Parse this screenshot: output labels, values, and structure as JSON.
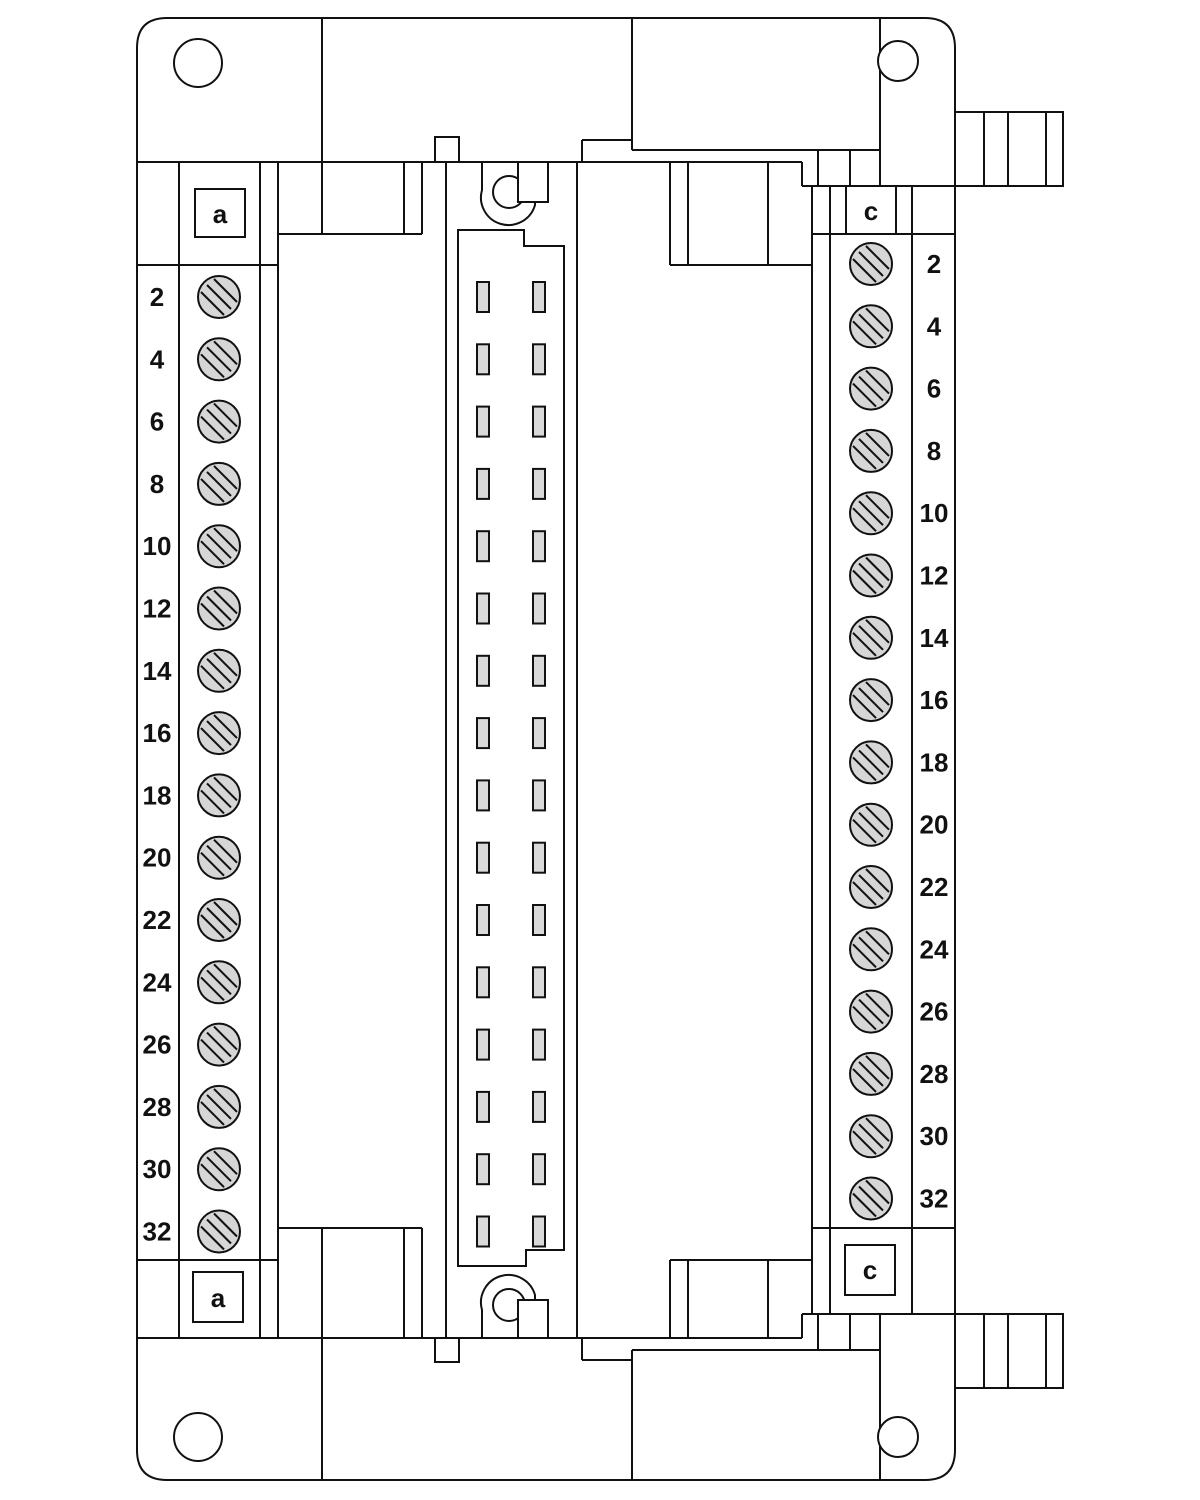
{
  "labels": {
    "left_top": "a",
    "left_bottom": "a",
    "right_top": "c",
    "right_bottom": "c"
  },
  "terminals": {
    "left": [
      "2",
      "4",
      "6",
      "8",
      "10",
      "12",
      "14",
      "16",
      "18",
      "20",
      "22",
      "24",
      "26",
      "28",
      "30",
      "32"
    ],
    "right": [
      "2",
      "4",
      "6",
      "8",
      "10",
      "12",
      "14",
      "16",
      "18",
      "20",
      "22",
      "24",
      "26",
      "28",
      "30",
      "32"
    ]
  },
  "connector": {
    "pin_rows": 16,
    "pin_columns": 2
  },
  "colors": {
    "outline": "#111111",
    "screw_fill": "#d6d6d6",
    "pin_fill": "#d9d9d9",
    "background": "#ffffff"
  }
}
